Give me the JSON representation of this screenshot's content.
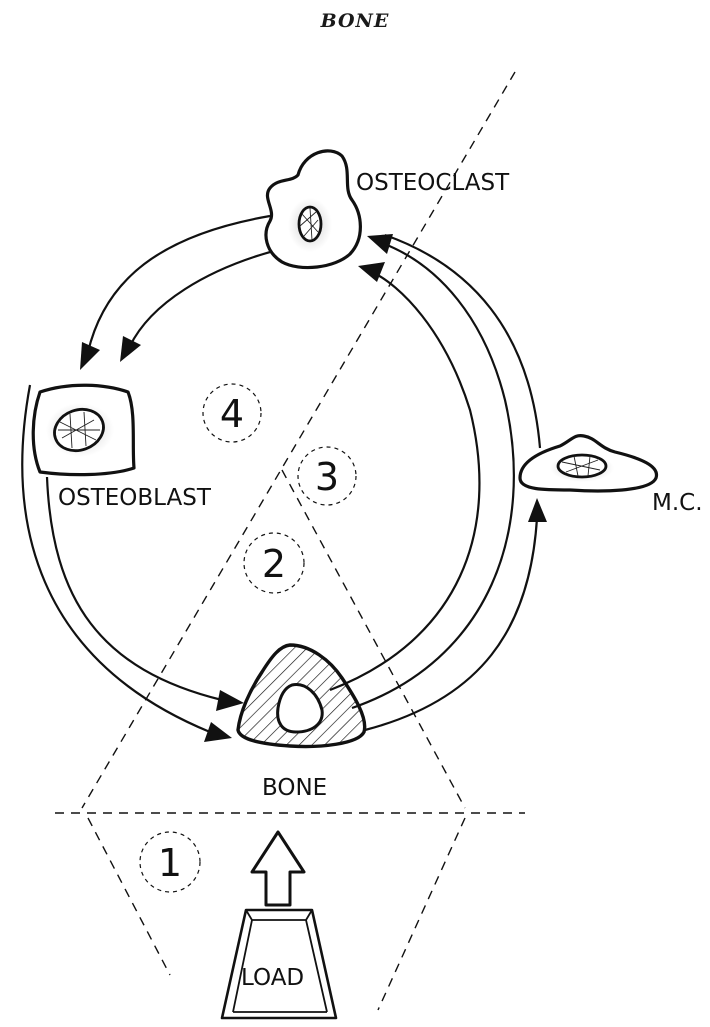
{
  "page": {
    "title": "BONE"
  },
  "cells": {
    "osteoclast": "OSTEOCLAST",
    "osteoblast": "OSTEOBLAST",
    "mc": "M.C.",
    "bone": "BONE"
  },
  "load": {
    "label": "LOAD"
  },
  "regions": [
    "1",
    "2",
    "3",
    "4"
  ]
}
